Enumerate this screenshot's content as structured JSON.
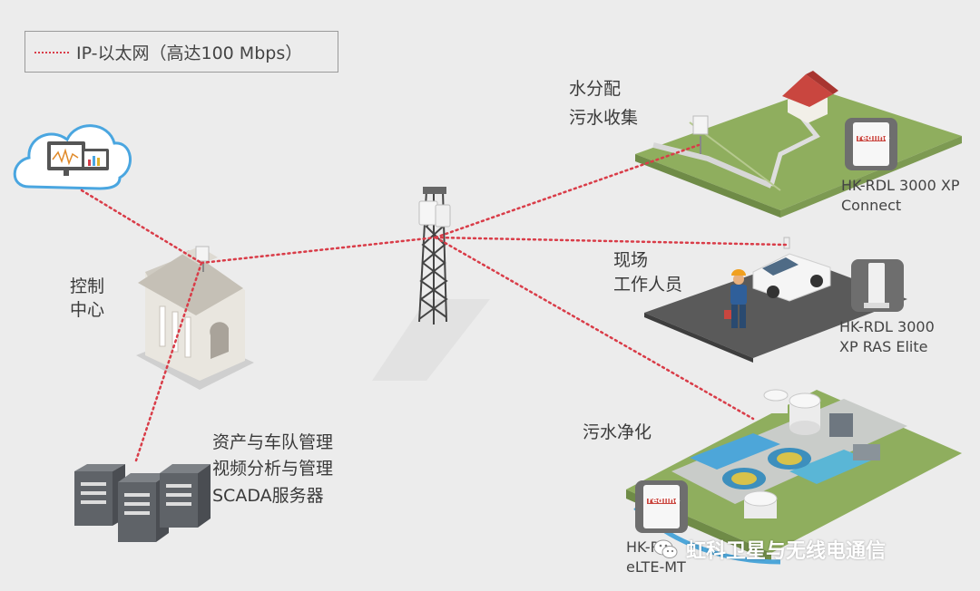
{
  "legend": {
    "text": "IP-以太网（高达100 Mbps）"
  },
  "labels": {
    "control_center": [
      "控制",
      "中心"
    ],
    "server_functions": [
      "资产与车队管理",
      "视频分析与管理",
      "SCADA服务器"
    ],
    "water": [
      "水分配",
      "污水收集"
    ],
    "field": [
      "现场",
      "工作人员"
    ],
    "purification": "污水净化"
  },
  "products": {
    "connect": [
      "HK-RDL 3000 XP",
      "Connect"
    ],
    "ras_elite": [
      "HK-RDL 3000",
      "XP RAS Elite"
    ],
    "elte": [
      "HK-R",
      "eLTE-MT"
    ]
  },
  "device_brand": "redline",
  "watermark": "虹科卫星与无线电通信",
  "colors": {
    "link": "#d93c48",
    "cloud": "#4aa6e0",
    "grass": "#8fae5e",
    "roof": "#c9463f"
  }
}
